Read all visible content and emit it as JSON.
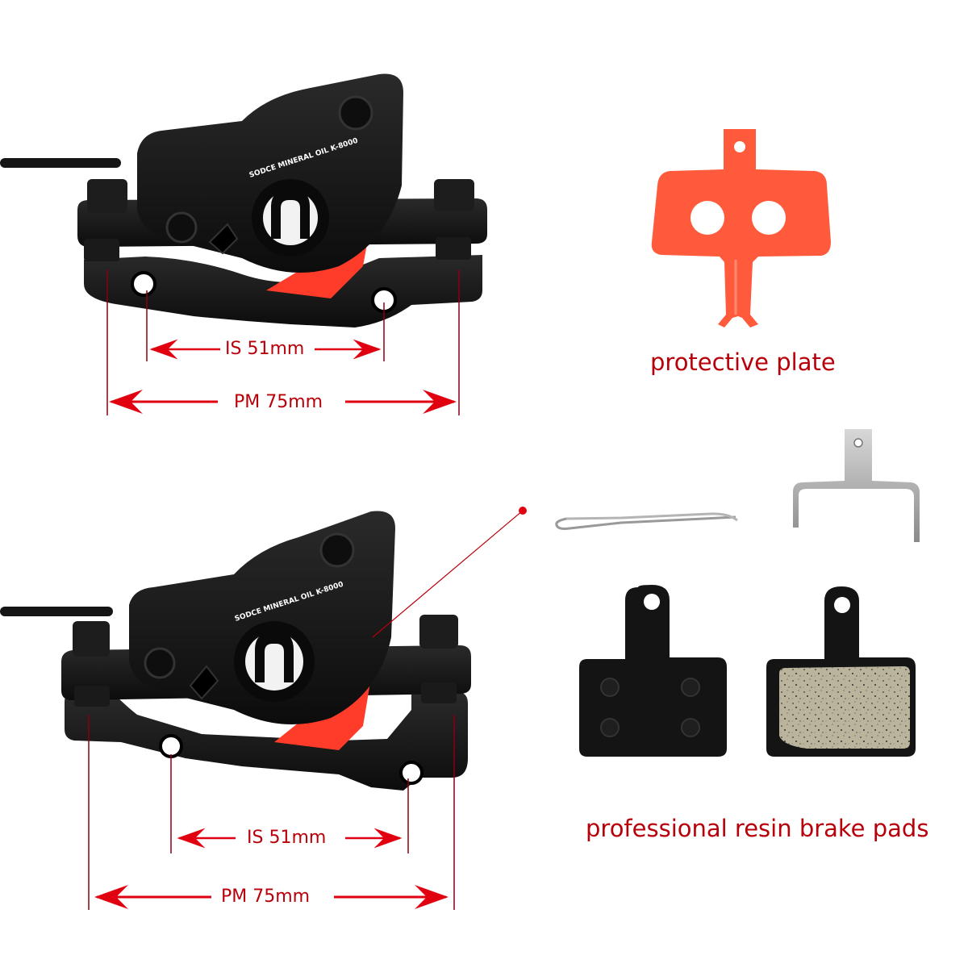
{
  "top_caliper": {
    "brand_text": "SODCE MINERAL OIL K-8000",
    "is_label": "IS 51mm",
    "pm_label": "PM 75mm"
  },
  "bottom_caliper": {
    "brand_text": "SODCE MINERAL OIL K-8000",
    "is_label": "IS 51mm",
    "pm_label": "PM 75mm"
  },
  "accessories": {
    "protective_plate_caption": "protective plate",
    "brake_pads_caption": "professional resin brake pads"
  },
  "colors": {
    "annotation_red": "#b8000a",
    "arrow_red": "#e00010",
    "caliper_black": "#141414",
    "plate_orange": "#ff5a3c",
    "pad_compound": "#b9b39c",
    "spring_silver": "#a8a8a8"
  }
}
